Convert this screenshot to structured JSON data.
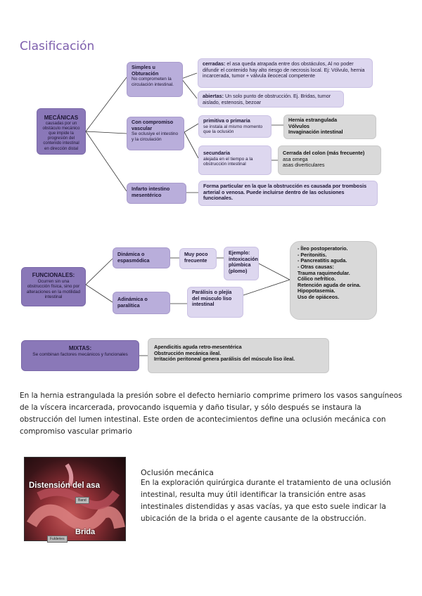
{
  "title": "Clasificación",
  "mecanicas": {
    "label": "MECÁNICAS",
    "desc": "causadas por un obstáculo mecánico que impide la progresión del contenido intestinal en dirección distal",
    "simples": {
      "label": "Simples u Obturación",
      "desc": "No comprometen la circulación intestinal."
    },
    "cerradas": {
      "label": "cerradas:",
      "desc": " el asa queda atrapada entre dos obstáculos, Al no poder difundir el contenido hay alto riesgo de necrosis local. Ej: Vólvulo, hernia incarcerada, tumor + válvula ileocecal competente"
    },
    "abiertas": {
      "label": "abiertas:",
      "desc": " Un solo punto de obstrucción. Ej. Bridas, tumor aislado, estenosis, bezoar"
    },
    "vascular": {
      "label": "Con compromiso vascular",
      "desc": "Se oclusiye el intestino y la circulación"
    },
    "primitiva": {
      "label": "primitiva o primaria",
      "desc": "se instala al mismo momento que la oclusión"
    },
    "primitiva_ej": [
      "Hernia estrangulada",
      "Vólvulos",
      "Invaginación intestinal"
    ],
    "secundaria": {
      "label": "secundaria",
      "desc": "alejada en el tiempo a la obstrucción intestinal"
    },
    "secundaria_ej": {
      "line1": "Cerrada del colon (más frecuente)",
      "line2": "asa omega",
      "line3": "asas diverticulares"
    },
    "infarto": {
      "label": "Infarto intestino mesentérico",
      "desc": "Forma particular en la que la obstrucción es causada por trombosis arterial o venosa. Puede incluirse dentro de las oclusiones funcionales."
    }
  },
  "funcionales": {
    "label": "FUNCIONALES:",
    "desc": "Ocurren sin una obstrucción física, sino por alteraciones en la motilidad intestinal",
    "dinamica": "Dinámica o espasmódica",
    "poco_frecuente": "Muy poco frecuente",
    "ejemplo": "Ejemplo: intoxicación plúmbica (plomo)",
    "adinamica": "Adinámica o paralítica",
    "paralisis": "Parálisis o plejía del músculo liso intestinal",
    "causas": [
      "- Íleo postoperatorio.",
      "- Peritonitis.",
      "- Pancreatitis aguda.",
      "- Otras causas:",
      "Trauma raquimedular.",
      "Cólico nefrítico.",
      "Retención aguda de orina.",
      "Hipopotasemia.",
      "Uso de opiáceos."
    ]
  },
  "mixtas": {
    "label": "MIXTAS:",
    "desc": "Se combinan factores mecánicos y funcionales",
    "items": [
      "Apendicitis aguda retro-mesentérica",
      "Obstrucción mecánica ileal.",
      "Irritación peritoneal genera parálisis del músculo liso ileal."
    ]
  },
  "paragraph": "En la hernia estrangulada la presión sobre el defecto herniario comprime primero los vasos sanguíneos de la víscera incarcerada, provocando isquemia y daño tisular, y sólo después se instaura la obstrucción del lumen intestinal. Este orden de acontecimientos define una oclusión mecánica con compromiso vascular primario",
  "image": {
    "label_top": "Distensión del asa",
    "tag_top": "Band",
    "label_bottom": "Brida",
    "tag_bottom": "Fulderies"
  },
  "caption": {
    "title": "Oclusión mecánica",
    "text": "En la exploración quirúrgica durante el tratamiento de una oclusión intestinal, resulta muy útil identificar la transición entre asas intestinales distendidas y asas vacías, ya que esto suele indicar la ubicación de la brida o el agente causante de la obstrucción."
  }
}
